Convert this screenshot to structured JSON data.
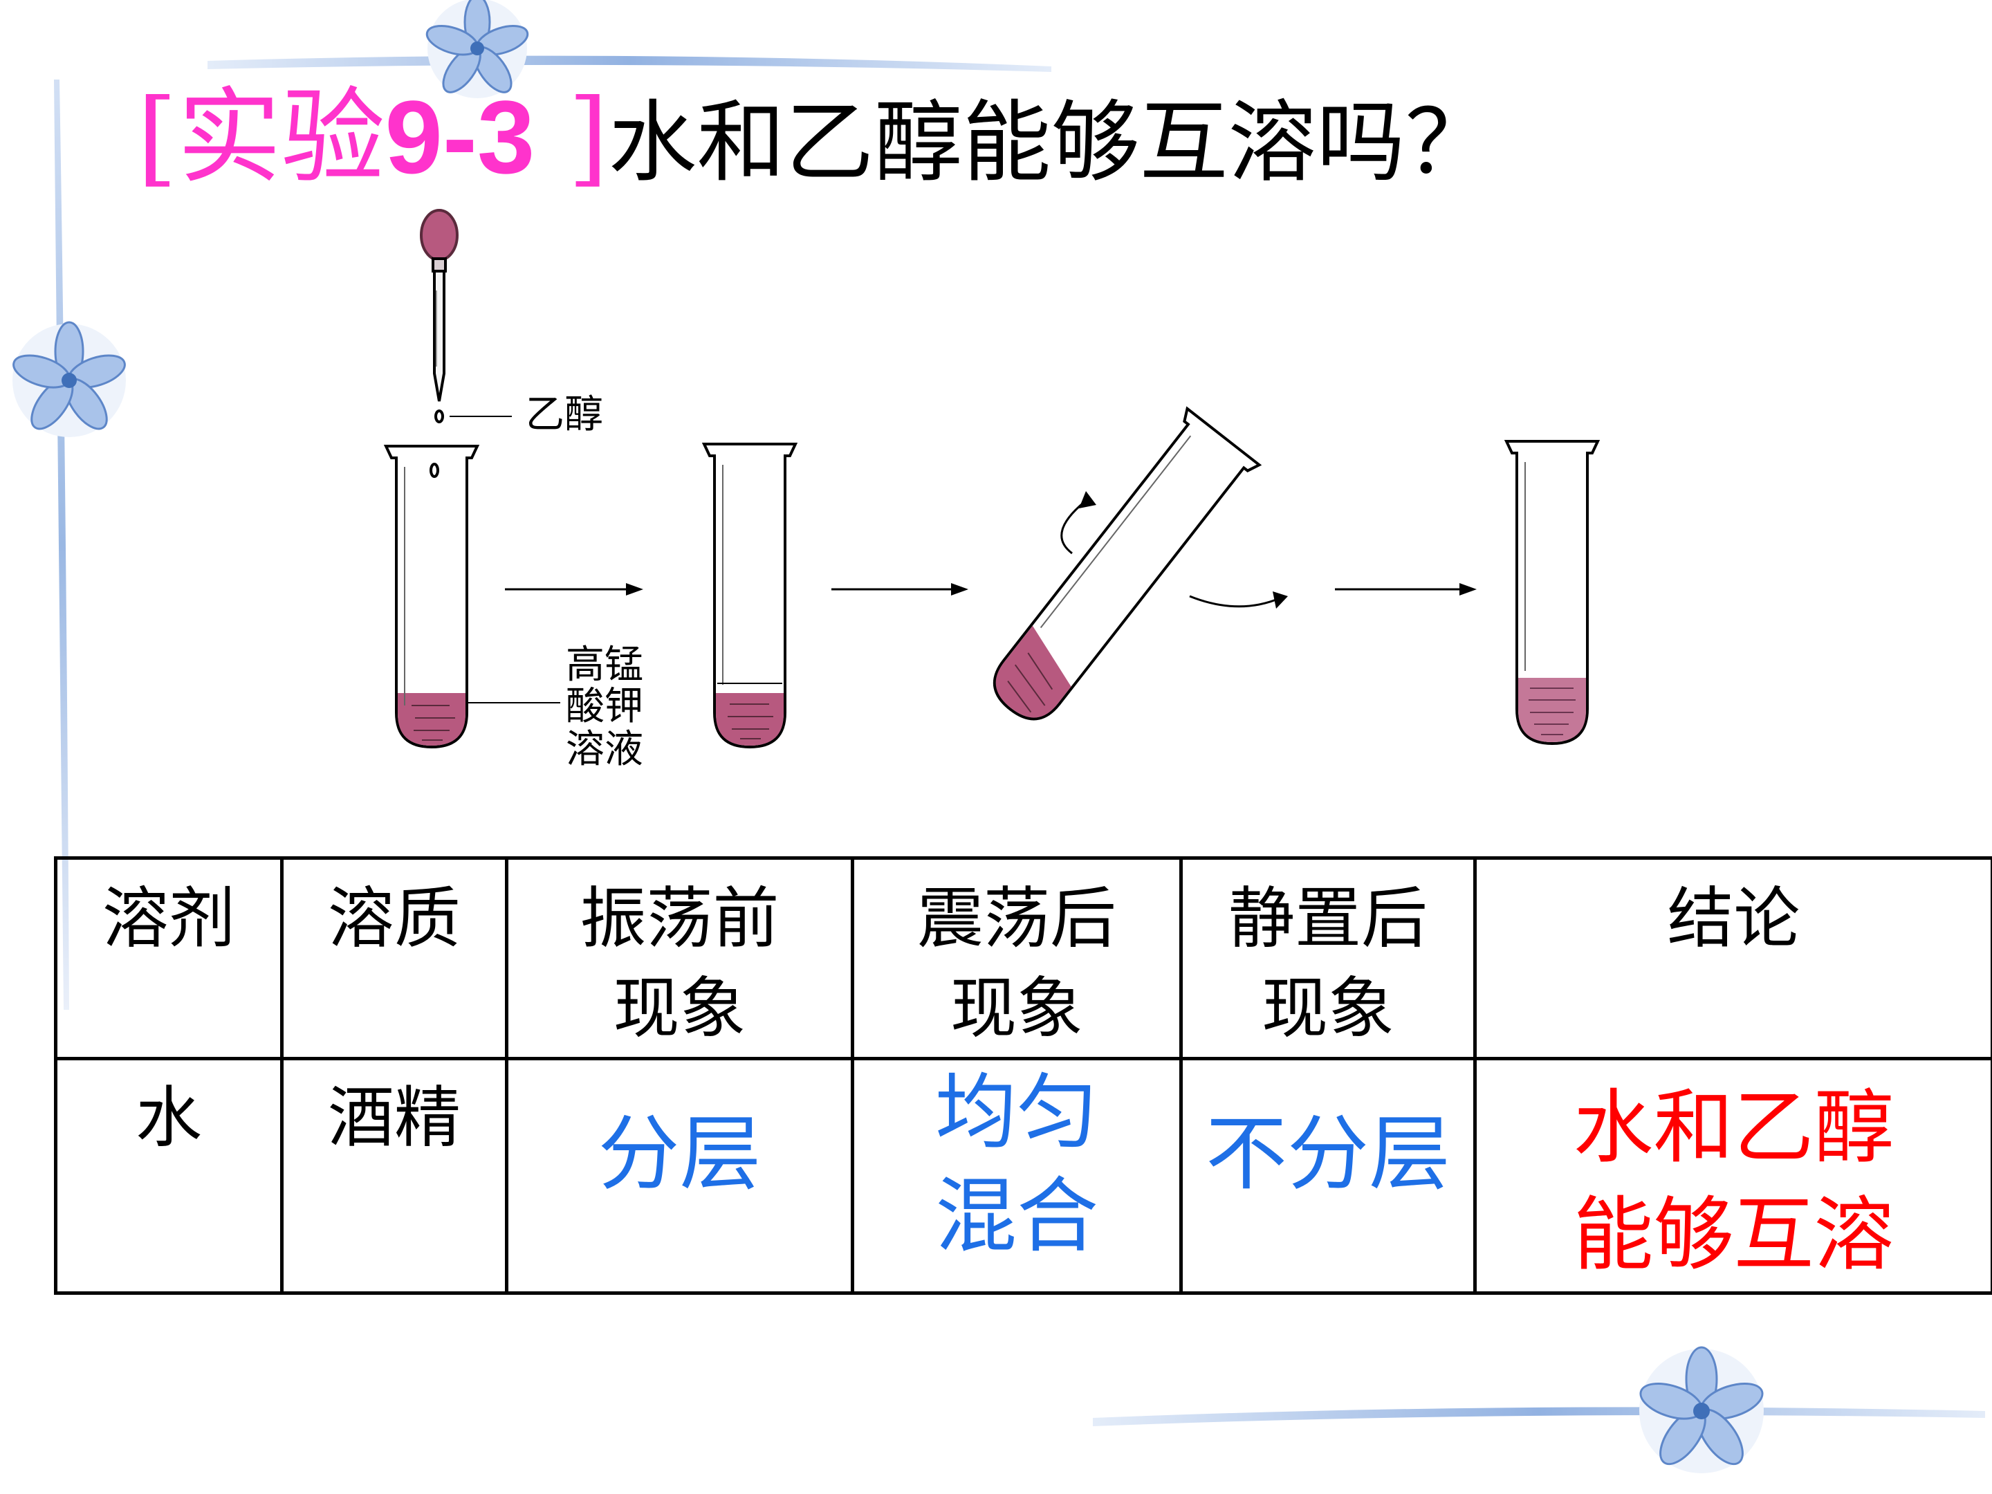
{
  "title": {
    "experiment_tag": "[实验",
    "experiment_number": "9-3",
    "experiment_close": " ]",
    "question": "水和乙醇能够互溶吗？"
  },
  "diagram": {
    "dropper_label": "乙醇",
    "solution_label_lines": [
      "高锰",
      "酸钾",
      "溶液"
    ],
    "liquid_color": "#b7597f"
  },
  "table": {
    "headers": [
      {
        "line1": "溶剂",
        "line2": ""
      },
      {
        "line1": "溶质",
        "line2": ""
      },
      {
        "line1": "振荡前",
        "line2": "现象"
      },
      {
        "line1": "震荡后",
        "line2": "现象"
      },
      {
        "line1": "静置后",
        "line2": "现象"
      },
      {
        "line1": "结论",
        "line2": ""
      }
    ],
    "row": {
      "solvent": "水",
      "solute": "酒精",
      "before": "分层",
      "after_line1": "均匀",
      "after_line2": "混合",
      "standing": "不分层",
      "conclusion_line1": "水和乙醇",
      "conclusion_line2": "能够互溶"
    }
  },
  "colors": {
    "tag": "#ff33cc",
    "answer_blue": "#1e6fe6",
    "conclusion_red": "#ff0000",
    "decor_blue": "#9bbbe6"
  }
}
